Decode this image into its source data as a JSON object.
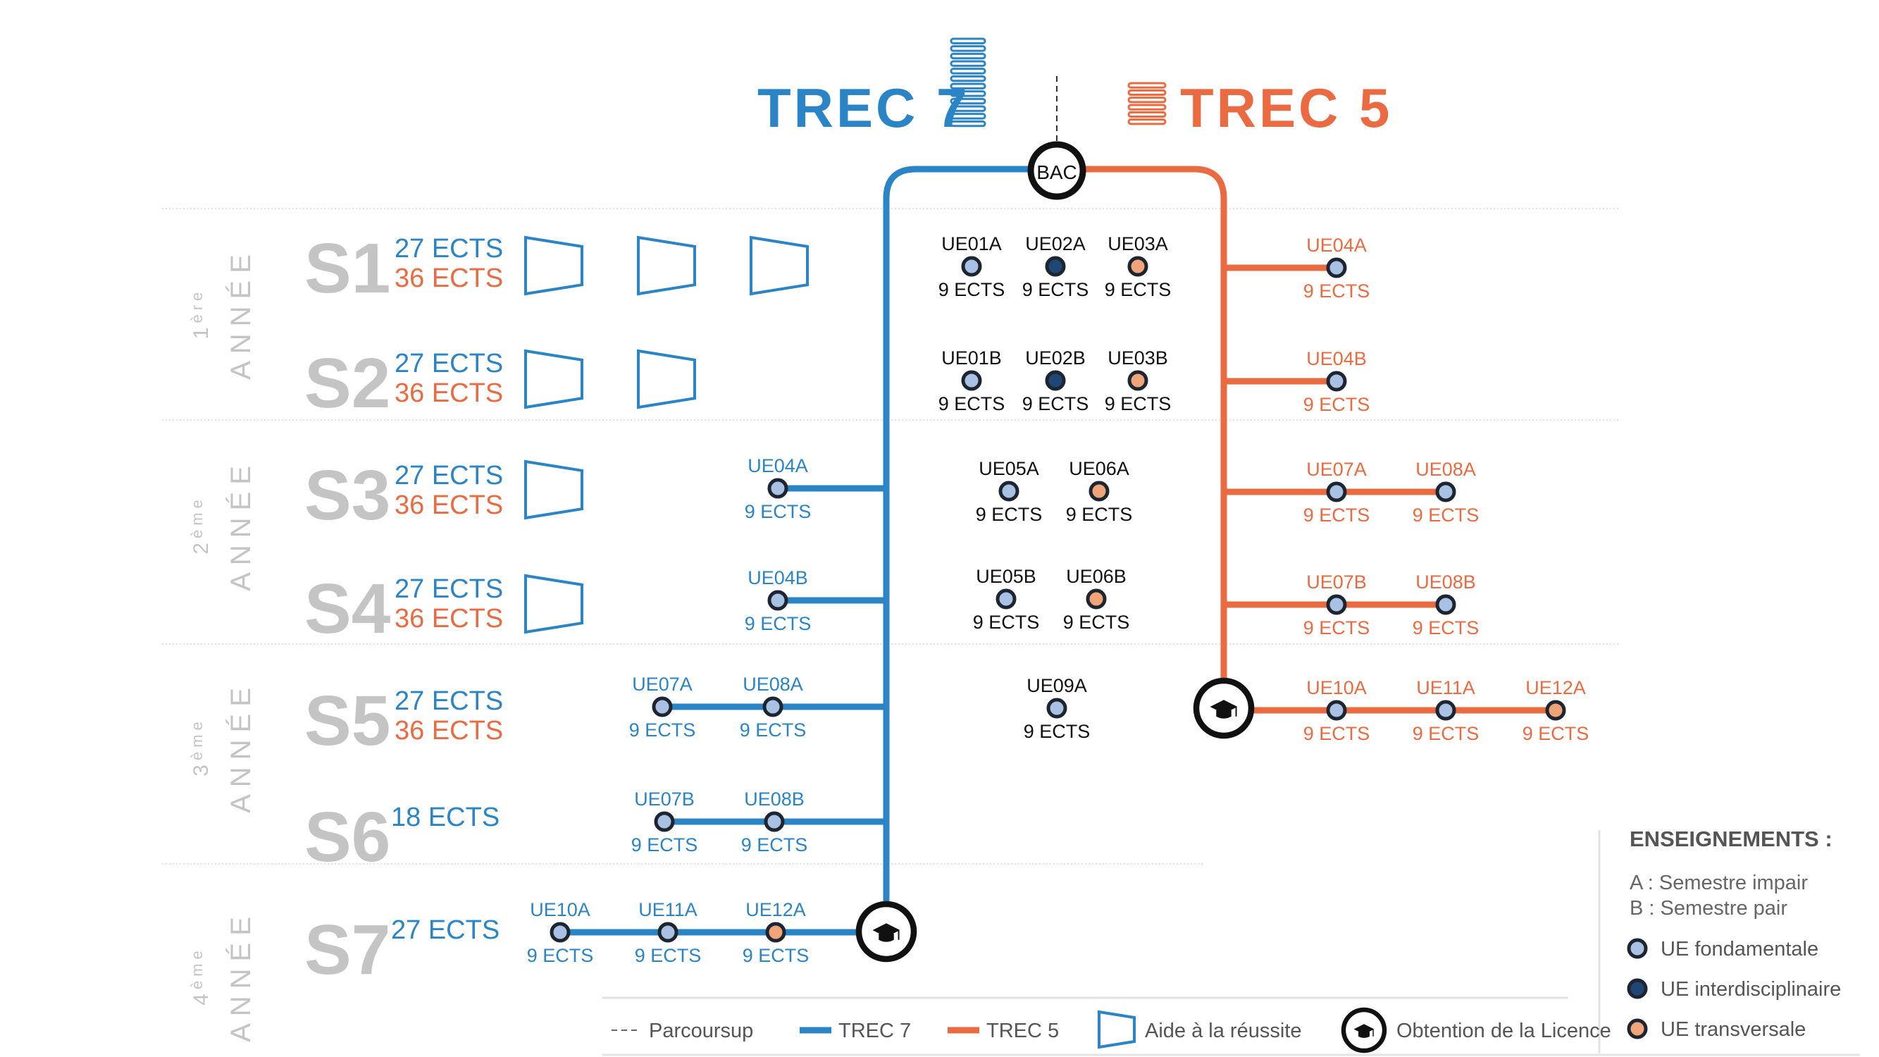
{
  "colors": {
    "blue": "#2b84c6",
    "orange": "#ea6b42",
    "gray_text": "#c4c4c4",
    "dark": "#1c2530",
    "divider": "#e2e2e2",
    "dot_fond": "#a9c2e4",
    "dot_inter": "#1f4775",
    "dot_trans": "#f0a47a"
  },
  "header": {
    "trec7_title": "TREC 7",
    "trec5_title": "TREC 5",
    "bac_label": "BAC"
  },
  "years": [
    {
      "prefix": "1",
      "suffix": "ère",
      "word": "ANNÉE"
    },
    {
      "prefix": "2",
      "suffix": "ème",
      "word": "ANNÉE"
    },
    {
      "prefix": "3",
      "suffix": "ème",
      "word": "ANNÉE"
    },
    {
      "prefix": "4",
      "suffix": "ème",
      "word": "ANNÉE"
    }
  ],
  "semesters": [
    {
      "label": "S1",
      "ects_trec7": "27 ECTS",
      "ects_trec5": "36 ECTS",
      "help_count": 3
    },
    {
      "label": "S2",
      "ects_trec7": "27 ECTS",
      "ects_trec5": "36 ECTS",
      "help_count": 2
    },
    {
      "label": "S3",
      "ects_trec7": "27 ECTS",
      "ects_trec5": "36 ECTS",
      "help_count": 1
    },
    {
      "label": "S4",
      "ects_trec7": "27 ECTS",
      "ects_trec5": "36 ECTS",
      "help_count": 1
    },
    {
      "label": "S5",
      "ects_trec7": "27 ECTS",
      "ects_trec5": "36 ECTS",
      "help_count": 0
    },
    {
      "label": "S6",
      "ects_trec7": "18 ECTS",
      "ects_trec5": "",
      "help_count": 0
    },
    {
      "label": "S7",
      "ects_trec7": "27 ECTS",
      "ects_trec5": "",
      "help_count": 0
    }
  ],
  "common_ues": [
    {
      "code": "UE01A",
      "ects": "9 ECTS",
      "type": "fondamentale"
    },
    {
      "code": "UE02A",
      "ects": "9 ECTS",
      "type": "interdisciplinaire"
    },
    {
      "code": "UE03A",
      "ects": "9 ECTS",
      "type": "transversale"
    },
    {
      "code": "UE01B",
      "ects": "9 ECTS",
      "type": "fondamentale"
    },
    {
      "code": "UE02B",
      "ects": "9 ECTS",
      "type": "interdisciplinaire"
    },
    {
      "code": "UE03B",
      "ects": "9 ECTS",
      "type": "transversale"
    },
    {
      "code": "UE05A",
      "ects": "9 ECTS",
      "type": "fondamentale"
    },
    {
      "code": "UE06A",
      "ects": "9 ECTS",
      "type": "transversale"
    },
    {
      "code": "UE05B",
      "ects": "9 ECTS",
      "type": "fondamentale"
    },
    {
      "code": "UE06B",
      "ects": "9 ECTS",
      "type": "transversale"
    },
    {
      "code": "UE09A",
      "ects": "9 ECTS",
      "type": "fondamentale"
    }
  ],
  "trec7_ues": [
    {
      "code": "UE04A",
      "ects": "9 ECTS",
      "type": "fondamentale"
    },
    {
      "code": "UE04B",
      "ects": "9 ECTS",
      "type": "fondamentale"
    },
    {
      "code": "UE07A",
      "ects": "9 ECTS",
      "type": "fondamentale"
    },
    {
      "code": "UE08A",
      "ects": "9 ECTS",
      "type": "fondamentale"
    },
    {
      "code": "UE07B",
      "ects": "9 ECTS",
      "type": "fondamentale"
    },
    {
      "code": "UE08B",
      "ects": "9 ECTS",
      "type": "fondamentale"
    },
    {
      "code": "UE10A",
      "ects": "9 ECTS",
      "type": "fondamentale"
    },
    {
      "code": "UE11A",
      "ects": "9 ECTS",
      "type": "fondamentale"
    },
    {
      "code": "UE12A",
      "ects": "9 ECTS",
      "type": "transversale"
    }
  ],
  "trec5_ues": [
    {
      "code": "UE04A",
      "ects": "9 ECTS",
      "type": "fondamentale"
    },
    {
      "code": "UE04B",
      "ects": "9 ECTS",
      "type": "fondamentale"
    },
    {
      "code": "UE07A",
      "ects": "9 ECTS",
      "type": "fondamentale"
    },
    {
      "code": "UE08A",
      "ects": "9 ECTS",
      "type": "fondamentale"
    },
    {
      "code": "UE07B",
      "ects": "9 ECTS",
      "type": "fondamentale"
    },
    {
      "code": "UE08B",
      "ects": "9 ECTS",
      "type": "fondamentale"
    },
    {
      "code": "UE10A",
      "ects": "9 ECTS",
      "type": "fondamentale"
    },
    {
      "code": "UE11A",
      "ects": "9 ECTS",
      "type": "fondamentale"
    },
    {
      "code": "UE12A",
      "ects": "9 ECTS",
      "type": "transversale"
    }
  ],
  "legend": {
    "title": "ENSEIGNEMENTS :",
    "line_a": "A : Semestre impair",
    "line_b": "B : Semestre pair",
    "ue_fondamentale": "UE fondamentale",
    "ue_interdisciplinaire": "UE interdisciplinaire",
    "ue_transversale": "UE transversale",
    "parcoursup": "Parcoursup",
    "trec7": "TREC 7",
    "trec5": "TREC 5",
    "aide": "Aide à la réussite",
    "licence": "Obtention de la Licence"
  }
}
